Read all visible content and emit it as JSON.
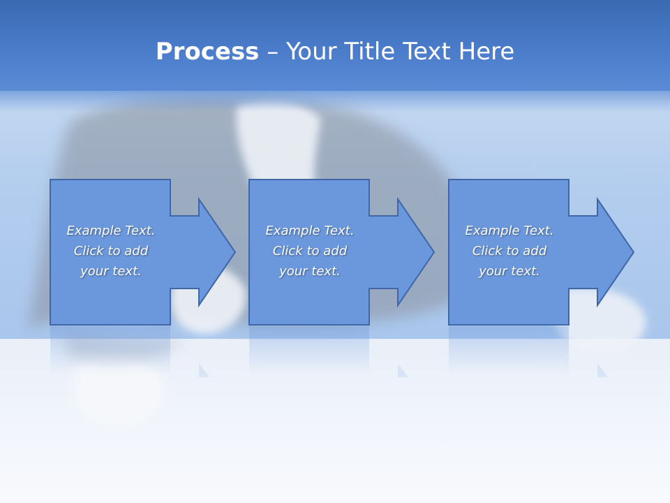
{
  "slide": {
    "title_bold": "Process",
    "title_rest": " – Your Title Text Here",
    "steps": [
      {
        "text": "Example Text. Click  to add your text."
      },
      {
        "text": "Example Text. Click  to add your text."
      },
      {
        "text": "Example Text. Click  to add your text."
      }
    ]
  },
  "colors": {
    "title_bar": "#4a7ccb",
    "shape_fill": "#6b98dd",
    "shape_border": "#3f66a6",
    "text": "#ffffff"
  }
}
